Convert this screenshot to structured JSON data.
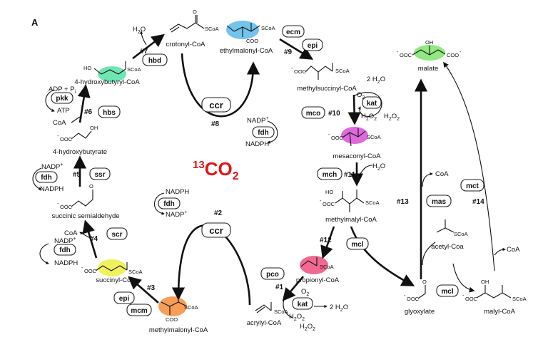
{
  "panel_label": "A",
  "center": {
    "isotope": "13",
    "formula": "CO",
    "subscript": "2",
    "color": "#e0151b"
  },
  "compounds": {
    "crotonyl": "crotonyl-CoA",
    "ethylmalonyl": "ethylmalonyl-CoA",
    "methylsuccinyl": "methylsuccinyl-CoA",
    "mesaconyl": "mesaconyl-CoA",
    "methylmalyl": "methylmalyl-CoA",
    "propionyl": "propionyl-CoA",
    "acrylyl": "acrylyl-CoA",
    "methylmalonyl": "methylmalonyl-CoA",
    "succinyl": "succinyl-CoA",
    "succinic": "succinic semialdehyde",
    "hydroxybutyrate": "4-hydroxybutyrate",
    "hydroxybutyryl": "4-hydroxybutyryl-CoA",
    "malate": "malate",
    "acetyl": "acetyl-Coa",
    "glyoxylate": "glyoxylate",
    "malyl": "malyl-CoA"
  },
  "enzymes": {
    "ecm": "ecm",
    "epi1": "epi",
    "kat1": "kat",
    "mco": "mco",
    "mch": "mch",
    "mcl1": "mcl",
    "pco": "pco",
    "kat2": "kat",
    "epi2": "epi",
    "mcm": "mcm",
    "scr": "scr",
    "fdh1": "fdh",
    "fdh2": "fdh",
    "fdh3": "fdh",
    "fdh4": "fdh",
    "ssr": "ssr",
    "hbs": "hbs",
    "pkk": "pkk",
    "hbd": "hbd",
    "ccr1": "ccr",
    "ccr2": "ccr",
    "mas": "mas",
    "mct": "mct",
    "mcl2": "mcl"
  },
  "steps": {
    "s1": "#1",
    "s2": "#2",
    "s3": "#3",
    "s4": "#4",
    "s5": "#5",
    "s6": "#6",
    "s7": "#7",
    "s8": "#8",
    "s9": "#9",
    "s10": "#10",
    "s11": "#11",
    "s12": "#12",
    "s13": "#13",
    "s14": "#14"
  },
  "cofactors": {
    "h2o_top": "H",
    "h2o_top_sub": "2",
    "h2o_top_end": "O",
    "two_h2o_a": "2 H",
    "two_h2o_a_sub": "2",
    "two_h2o_a_end": "O",
    "o2_a": "O",
    "o2_a_sub": "2",
    "h2o2_a1": "H",
    "h2o2_a1_sub1": "2",
    "h2o2_a1_mid": "O",
    "h2o2_a1_sub2": "2",
    "h2o2_a2": "H",
    "h2o2_a2_sub1": "2",
    "h2o2_a2_mid": "O",
    "h2o2_a2_sub2": "2",
    "h2o_mch": "H",
    "h2o_mch_sub": "2",
    "h2o_mch_end": "O",
    "nadp_8": "NADP",
    "nadp_8_sup": "+",
    "nadph_8": "NADPH",
    "nadph_2": "NADPH",
    "nadp_2": "NADP",
    "nadp_2_sup": "+",
    "nadp_5": "NADP",
    "nadp_5_sup": "+",
    "nadph_5": "NADPH",
    "coa_4": "CoA",
    "nadp_4": "NADP",
    "nadp_4_sup": "+",
    "nadph_4": "NADPH",
    "adp_pi": "ADP + P",
    "adp_pi_sub": "i",
    "atp": "ATP",
    "coa_6": "CoA",
    "coa_13": "CoA",
    "coa_14": "CoA",
    "o2_b": "O",
    "o2_b_sub": "2",
    "h2o2_b1": "H",
    "h2o2_b1_sub1": "2",
    "h2o2_b1_mid": "O",
    "h2o2_b1_sub2": "2",
    "h2o2_b2": "H",
    "h2o2_b2_sub1": "2",
    "h2o2_b2_mid": "O",
    "h2o2_b2_sub2": "2",
    "two_h2o_b": "2 H",
    "two_h2o_b_sub": "2",
    "two_h2o_b_end": "O"
  },
  "struct_labels": {
    "scoa": "SCoA",
    "coo": "COO",
    "ooc": "OOC",
    "ho": "HO",
    "oh": "OH",
    "o": "O",
    "minus": "-"
  },
  "highlight_colors": {
    "ethylmalonyl": "#5ab8e6",
    "mesaconyl": "#d94fd6",
    "propionyl": "#ec4f7f",
    "methylmalonyl": "#f58d3a",
    "succinyl": "#eef04a",
    "hydroxybutyryl": "#56e0a5",
    "malate": "#7ee36a"
  }
}
